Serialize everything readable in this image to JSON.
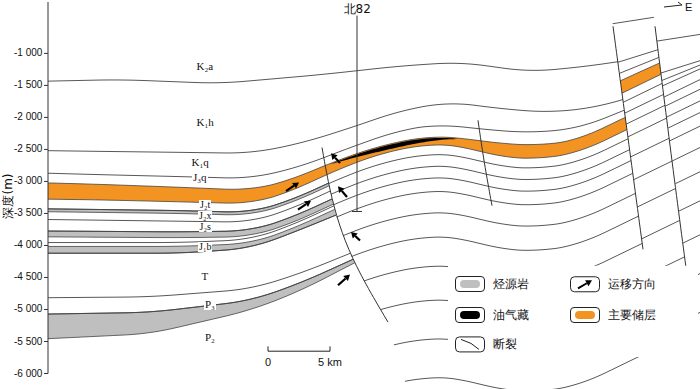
{
  "diagram": {
    "labels": [
      "北82",
      "E",
      "-1 000",
      "-1 500",
      "-2 000",
      "-2 500",
      "-3 000",
      "-3 500",
      "-4 000",
      "-4 500",
      "-5 000",
      "-5 500",
      "-6 000",
      "深度(m)",
      "K₂a",
      "K₁h",
      "K₁q",
      "J₃q",
      "J₂t",
      "J₂x",
      "J₂s",
      "J₁b",
      "T",
      "P₃",
      "P₂",
      "0",
      "5 km"
    ],
    "legend": [
      {
        "text": "烃源岩",
        "color": "#bfbfbf"
      },
      {
        "text": "运移方向"
      },
      {
        "text": "油气藏",
        "color": "#000000"
      },
      {
        "text": "主要储层",
        "color": "#f39322"
      },
      {
        "text": "断裂"
      }
    ]
  }
}
